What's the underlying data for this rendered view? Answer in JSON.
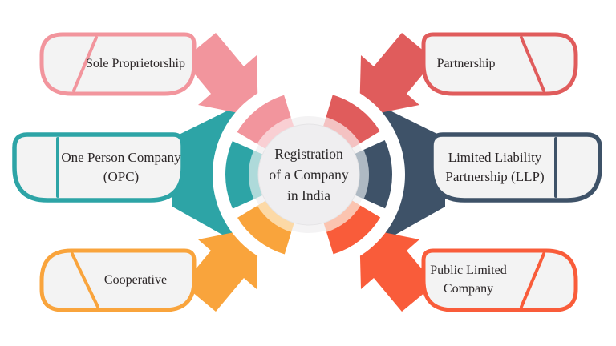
{
  "center": {
    "bg": "#efeef0",
    "lines": [
      "Registration",
      "of a Company",
      "in India"
    ]
  },
  "items": [
    {
      "label": "Sole Proprietorship",
      "color": "#f2959d",
      "tint": "#f9cfd3"
    },
    {
      "label": "One Person Company (OPC)",
      "color": "#2da4a6",
      "tint": "#aedada"
    },
    {
      "label": "Cooperative",
      "color": "#f9a43c",
      "tint": "#fcd9a6"
    },
    {
      "label": "Partnership",
      "color": "#e05c5c",
      "tint": "#f4c2c2"
    },
    {
      "label": "Limited Liability Partnership (LLP)",
      "color": "#3e5268",
      "tint": "#aeb9c3"
    },
    {
      "label": "Public Limited Company",
      "color": "#f95c3a",
      "tint": "#fbc4b0"
    }
  ]
}
